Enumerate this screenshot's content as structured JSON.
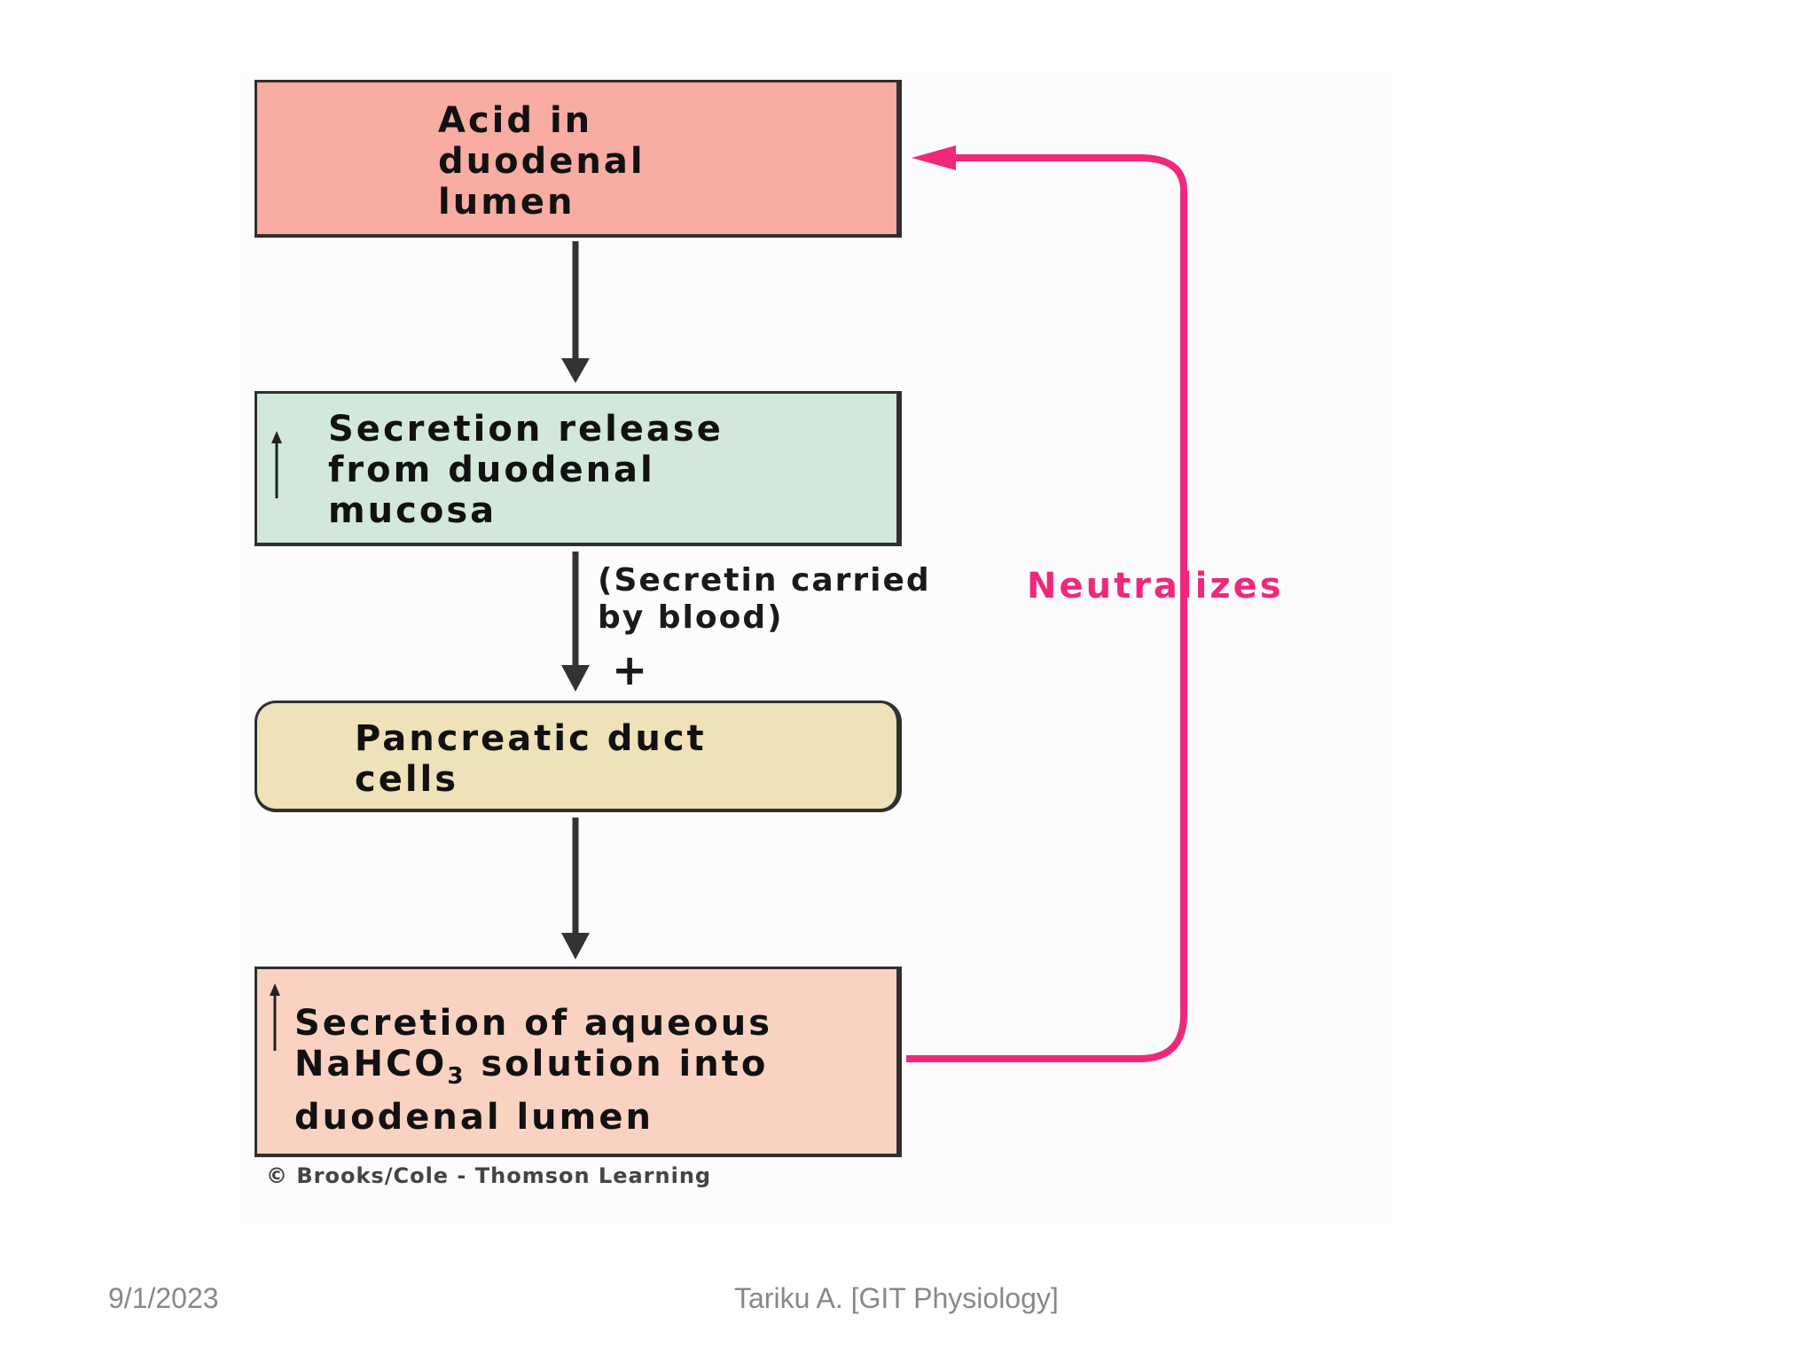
{
  "diagram": {
    "boxes": {
      "acid": {
        "text": "Acid in\nduodenal\nlumen",
        "color": "#f8aca2"
      },
      "secretin_release": {
        "text": "Secretion release\nfrom duodenal\nmucosa",
        "color": "#d1e8da"
      },
      "pancreatic": {
        "text": "Pancreatic duct\ncells",
        "color": "#efe1b8"
      },
      "bicarbonate": {
        "text_line1": "Secretion of aqueous",
        "text_line2_pre": "NaHCO",
        "text_line2_sub": "3",
        "text_line2_post": " solution into",
        "text_line3": "duodenal lumen",
        "color": "#fad2c2"
      }
    },
    "annotations": {
      "carried": "(Secretin carried\nby blood)",
      "stimulation_sign": "+",
      "feedback_label": "Neutralizes",
      "feedback_color": "#f0287c"
    },
    "credit": "© Brooks/Cole - Thomson Learning"
  },
  "footer": {
    "date": "9/1/2023",
    "author": "Tariku A. [GIT Physiology]"
  }
}
